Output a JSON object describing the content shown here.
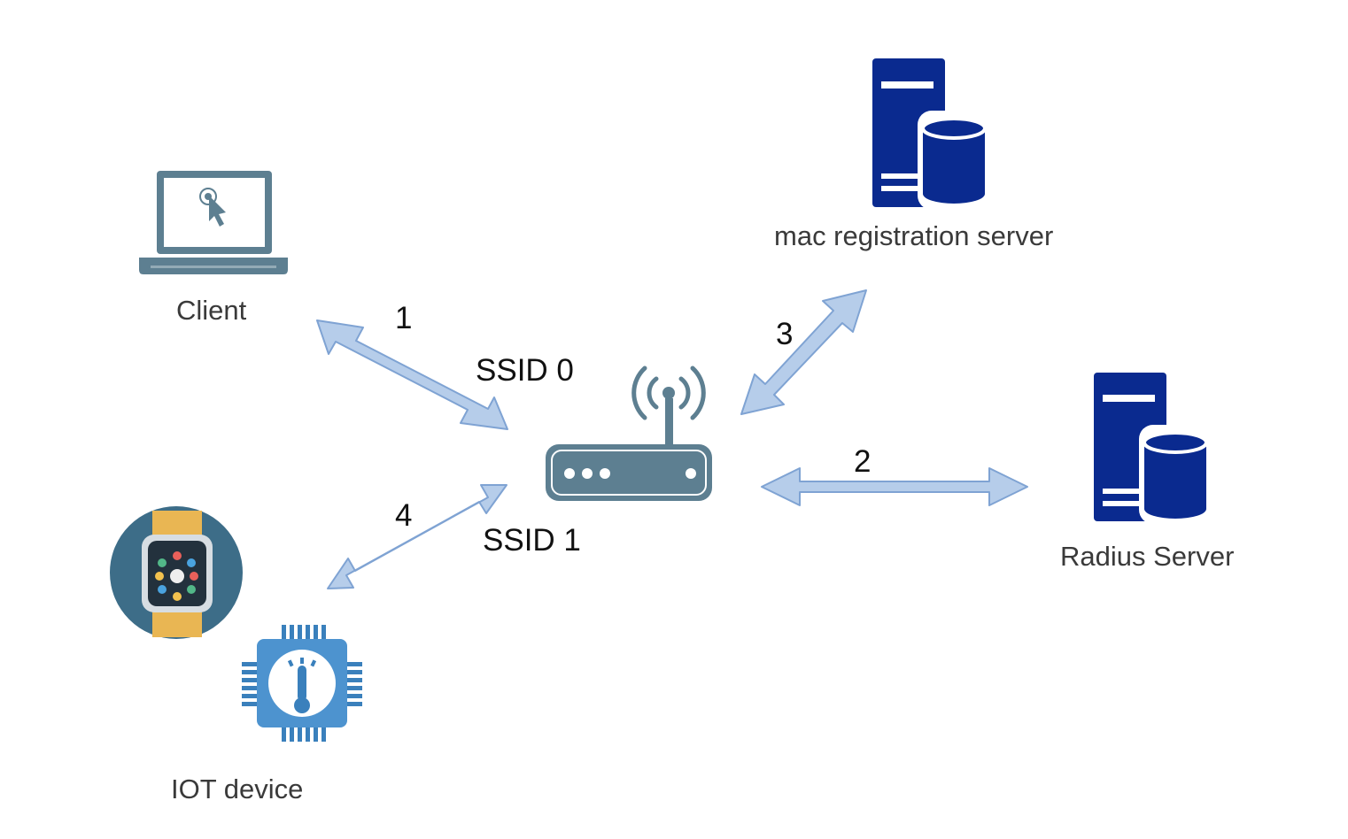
{
  "nodes": {
    "client": {
      "label": "Client",
      "icon": "laptop-icon"
    },
    "mac_server": {
      "label": "mac registration server",
      "icon": "server-database-icon"
    },
    "radius_server": {
      "label": "Radius Server",
      "icon": "server-database-icon"
    },
    "iot": {
      "label": "IOT device",
      "icons": [
        "smartwatch-icon",
        "chip-thermometer-icon"
      ]
    },
    "router": {
      "icon": "wireless-router-icon"
    }
  },
  "edges": [
    {
      "id": "client-router",
      "label": "1"
    },
    {
      "id": "router-radius",
      "label": "2"
    },
    {
      "id": "router-mac",
      "label": "3"
    },
    {
      "id": "iot-router",
      "label": "4"
    }
  ],
  "ssids": {
    "ssid0": "SSID 0",
    "ssid1": "SSID 1"
  },
  "colors": {
    "arrow_fill": "#b6cdea",
    "arrow_stroke": "#7fa3d3",
    "server": "#0a2a8f",
    "device": "#5d7f91",
    "chip": "#4d93cf",
    "watch_bg": "#3d6d88",
    "watch_band": "#e9b653"
  }
}
